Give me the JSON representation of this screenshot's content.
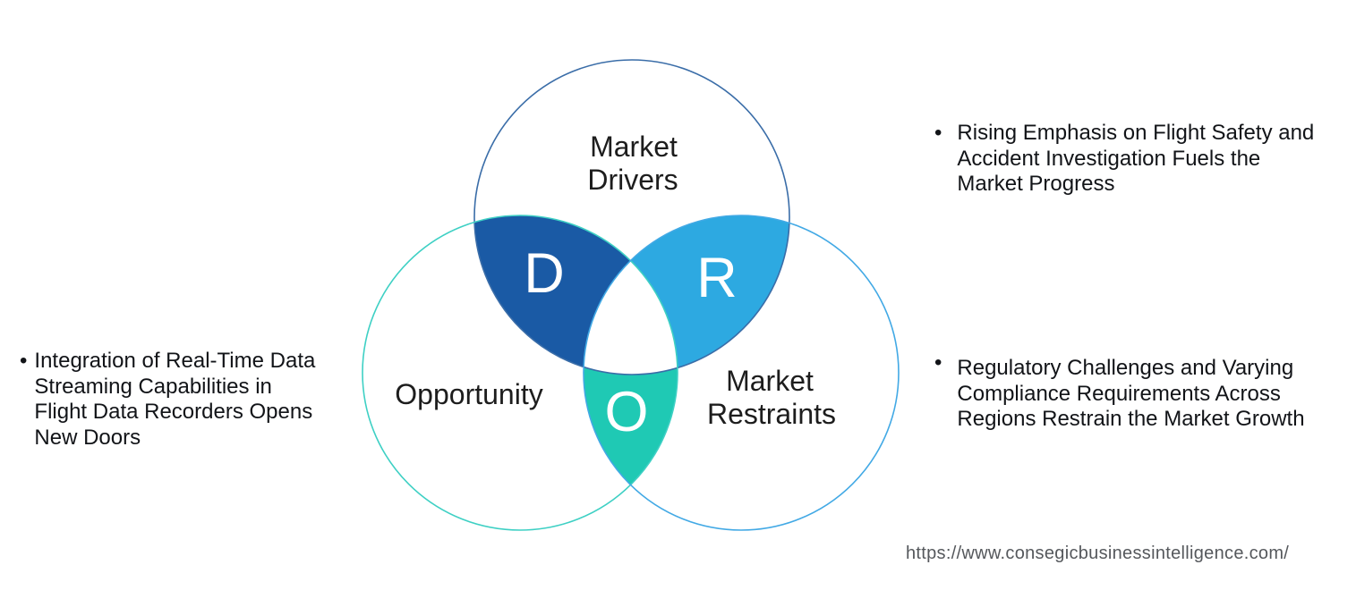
{
  "venn": {
    "drivers": {
      "lines": [
        "Market",
        "Drivers"
      ],
      "letter": "D",
      "stroke": "#3a6da8",
      "fill": "#1a5aa5"
    },
    "opportunity": {
      "label": "Opportunity",
      "letter": "O",
      "stroke": "#3ed0c4",
      "fill": "#1fc9b4"
    },
    "restraints": {
      "lines": [
        "Market",
        "Restraints"
      ],
      "letter": "R",
      "stroke": "#42a9e5",
      "fill": "#2da9e1"
    }
  },
  "annotations": {
    "opportunity_note": {
      "bullet": "•",
      "lines": [
        "Integration of Real-Time Data",
        "Streaming Capabilities in",
        "Flight Data Recorders Opens",
        "New Doors"
      ]
    },
    "driver_note": {
      "bullet": "•",
      "lines": [
        "Rising Emphasis on Flight Safety and",
        "Accident Investigation Fuels the",
        "Market Progress"
      ]
    },
    "restraint_note": {
      "bullet": "•",
      "lines": [
        "Regulatory Challenges and Varying",
        "Compliance Requirements Across",
        "Regions Restrain the Market Growth"
      ]
    }
  },
  "footer": {
    "url": "https://www.consegicbusinessintelligence.com/"
  }
}
